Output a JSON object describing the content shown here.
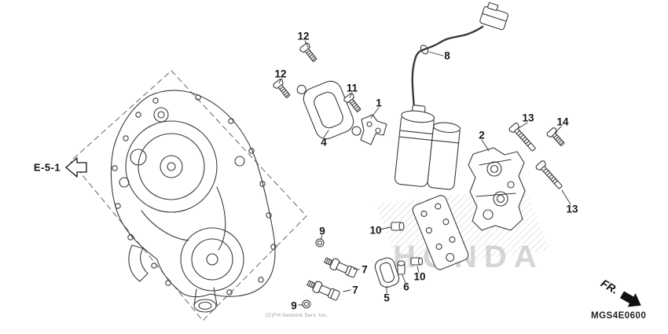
{
  "diagram": {
    "code": "MGS4E0600",
    "ref_label": "E-5-1",
    "fr_label": "FR.",
    "watermark": "HONDA",
    "copyright": "(C)FH Network Serv. Inc.",
    "colors": {
      "line": "#3a3a3a",
      "dashed_border": "#666666",
      "watermark_gray": "#b5b5b5",
      "hatch_gray": "#c9c9c9"
    },
    "callouts": [
      {
        "num": "12"
      },
      {
        "num": "12"
      },
      {
        "num": "11"
      },
      {
        "num": "4"
      },
      {
        "num": "1"
      },
      {
        "num": "8"
      },
      {
        "num": "2"
      },
      {
        "num": "13"
      },
      {
        "num": "14"
      },
      {
        "num": "13"
      },
      {
        "num": "9"
      },
      {
        "num": "7"
      },
      {
        "num": "10"
      },
      {
        "num": "9"
      },
      {
        "num": "7"
      },
      {
        "num": "5"
      },
      {
        "num": "6"
      },
      {
        "num": "10"
      }
    ]
  }
}
